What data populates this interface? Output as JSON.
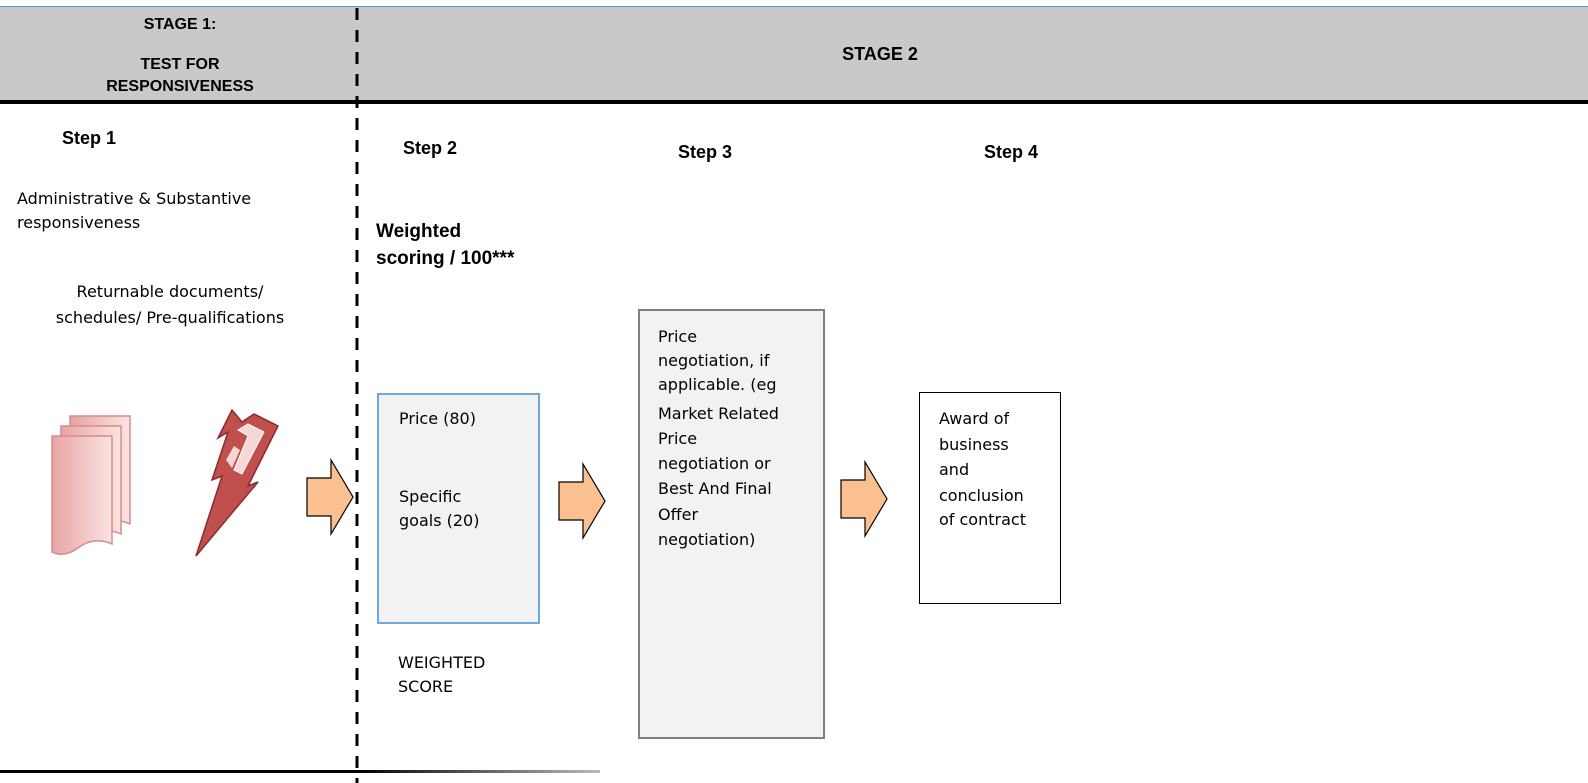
{
  "colors": {
    "header_bg": "#c9c9c9",
    "arrow_fill": "#fac090",
    "doc_fill": "#f2c4c4",
    "bolt_fill": "#c0504d",
    "box2_border": "#6fa8dc",
    "box3_border": "#7f7f7f"
  },
  "icons": [
    "document-stack-icon",
    "lightning-bolt-icon",
    "right-arrow-icon"
  ],
  "header": {
    "stage1_line1": "STAGE 1:",
    "stage1_line2": "TEST FOR",
    "stage1_line3": "RESPONSIVENESS",
    "stage2": "STAGE 2"
  },
  "step1": {
    "title": "Step 1",
    "line1": "Administrative & Substantive",
    "line2": "responsiveness",
    "line3": "Returnable documents/",
    "line4": "schedules/ Pre-qualifications"
  },
  "step2": {
    "title": "Step 2",
    "heading_line1": "Weighted",
    "heading_line2": "scoring / 100***",
    "price": "Price (80)",
    "goals_line1": "Specific",
    "goals_line2": "goals  (20)",
    "caption_line1": "WEIGHTED",
    "caption_line2": "SCORE"
  },
  "step3": {
    "title": "Step 3",
    "lines": [
      "Price",
      "negotiation, if",
      "applicable. (eg",
      "Market Related",
      "Price",
      "negotiation or",
      "Best And Final",
      "Offer",
      "negotiation)"
    ]
  },
  "step4": {
    "title": "Step 4",
    "lines": [
      "Award of",
      "business",
      "and",
      "conclusion",
      "of contract"
    ]
  }
}
